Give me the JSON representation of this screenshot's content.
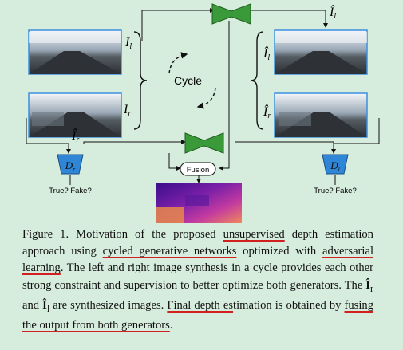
{
  "diagram": {
    "labels": {
      "I_l": "I",
      "I_l_sub": "l",
      "I_r": "I",
      "I_r_sub": "r",
      "cycle": "Cycle",
      "fusion": "Fusion",
      "D_r": "D",
      "D_r_sub": "r",
      "D_l": "D",
      "D_l_sub": "l",
      "true_fake_left": "True? Fake?",
      "true_fake_right": "True? Fake?",
      "Ihat_l": "Î",
      "Ihat_l_sub": "l",
      "Ihat_r": "Î",
      "Ihat_r_sub": "r",
      "Ihat_l_right": "Î",
      "Ihat_l_right_sub": "l",
      "Ihat_r_right": "Î",
      "Ihat_r_right_sub": "r"
    },
    "colors": {
      "generator": "#3a9a3a",
      "discriminator": "#2f86d6",
      "image_border": "#3b8fe0",
      "underline": "#d21f1f"
    }
  },
  "caption": {
    "p1": "Figure 1. Motivation of the proposed ",
    "u1": "unsupervised",
    "p2": " depth estimation approach using ",
    "u2": "cycled generative networks",
    "p3": " optimized with ",
    "u3": "adversarial learning",
    "p4": ". The left and right image synthesis in a cycle provides each other strong constraint and supervision to better optimize both generators. The ",
    "b1": "Î",
    "b1_sub": "r",
    "p5": " and ",
    "b2": "Î",
    "b2_sub": "l",
    "p6": " are synthesized images. ",
    "u4": "Final depth es",
    "p7": "timation is obtained by ",
    "u5": "fusing the output from both generators",
    "p8": "."
  }
}
